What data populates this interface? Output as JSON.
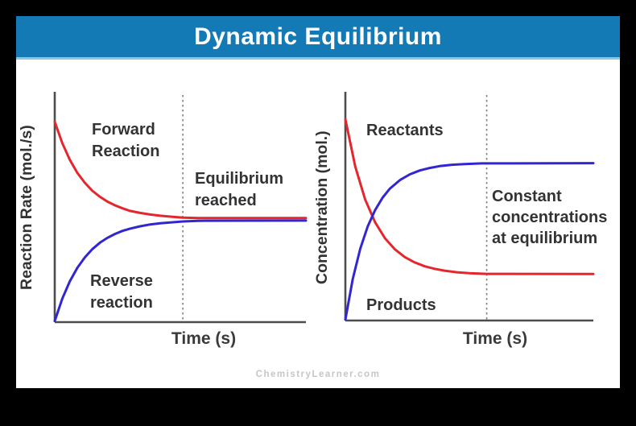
{
  "window": {
    "title": "Dynamic Equilibrium",
    "watermark": "ChemistryLearner.com",
    "banner_color": "#147ab5",
    "frame_color": "#000000",
    "panel_color": "#ffffff"
  },
  "colors": {
    "red_series": "#e5262d",
    "blue_series": "#3226d2",
    "axis": "#4d4d4d",
    "dashed_line": "#7f7f7f",
    "label_text": "#333333"
  },
  "chart_data": [
    {
      "id": "reaction-rate-vs-time",
      "type": "line",
      "title": "",
      "xlabel": "Time (s)",
      "ylabel": "Reaction Rate (mol./s)",
      "axes_numeric_ticks": "none (qualitative sketch)",
      "equilibrium_line_x": 51,
      "annotation": "Equilibrium\nreached",
      "series": [
        {
          "name": "Reverse reaction",
          "label": "Reverse\nreaction",
          "color": "#3226d2",
          "shape": "rising exponential from origin to equilibrium rate",
          "points": [
            [
              0,
              99.5
            ],
            [
              3,
              89.8
            ],
            [
              6,
              82.3
            ],
            [
              9,
              76.4
            ],
            [
              12,
              71.9
            ],
            [
              15,
              68.3
            ],
            [
              18,
              65.5
            ],
            [
              21,
              63.4
            ],
            [
              24,
              61.7
            ],
            [
              27,
              60.4
            ],
            [
              30,
              59.4
            ],
            [
              34,
              58.4
            ],
            [
              38,
              57.6
            ],
            [
              42,
              57.1
            ],
            [
              46,
              56.7
            ],
            [
              51,
              56.3
            ],
            [
              57,
              56.0
            ],
            [
              100,
              55.9
            ]
          ]
        },
        {
          "name": "Forward Reaction",
          "label": "Forward\nReaction",
          "color": "#e5262d",
          "shape": "decaying exponential from high initial rate to equilibrium rate",
          "points": [
            [
              0,
              13.0
            ],
            [
              3,
              22.3
            ],
            [
              6,
              29.5
            ],
            [
              9,
              35.2
            ],
            [
              12,
              39.5
            ],
            [
              15,
              43.0
            ],
            [
              18,
              45.6
            ],
            [
              21,
              47.7
            ],
            [
              24,
              49.3
            ],
            [
              27,
              50.6
            ],
            [
              30,
              51.7
            ],
            [
              34,
              52.6
            ],
            [
              38,
              53.3
            ],
            [
              42,
              53.8
            ],
            [
              46,
              54.2
            ],
            [
              51,
              54.6
            ],
            [
              57,
              54.8
            ],
            [
              100,
              54.8
            ]
          ]
        }
      ]
    },
    {
      "id": "concentration-vs-time",
      "type": "line",
      "title": "",
      "xlabel": "Time (s)",
      "ylabel": "Concentration (mol.)",
      "axes_numeric_ticks": "none (qualitative sketch)",
      "equilibrium_line_x": 57,
      "annotation": "Constant\nconcentrations\nat equilibrium",
      "series": [
        {
          "name": "Reactants",
          "label": "Reactants",
          "color": "#e5262d",
          "shape": "decaying exponential to constant equilibrium concentration",
          "points": [
            [
              0,
              12.0
            ],
            [
              4,
              32.7
            ],
            [
              8,
              47.1
            ],
            [
              12,
              57.1
            ],
            [
              16,
              64.1
            ],
            [
              20,
              68.9
            ],
            [
              24,
              72.3
            ],
            [
              28,
              74.6
            ],
            [
              32,
              76.3
            ],
            [
              36,
              77.4
            ],
            [
              40,
              78.2
            ],
            [
              45,
              78.9
            ],
            [
              50,
              79.3
            ],
            [
              57,
              79.6
            ],
            [
              100,
              79.7
            ]
          ]
        },
        {
          "name": "Products",
          "label": "Products",
          "color": "#3226d2",
          "shape": "rising exponential from zero to constant equilibrium concentration",
          "points": [
            [
              0,
              99.6
            ],
            [
              3,
              81.8
            ],
            [
              6,
              68.6
            ],
            [
              9,
              58.9
            ],
            [
              12,
              51.7
            ],
            [
              15,
              46.3
            ],
            [
              18,
              42.3
            ],
            [
              22,
              38.6
            ],
            [
              26,
              36.1
            ],
            [
              30,
              34.4
            ],
            [
              34,
              33.3
            ],
            [
              38,
              32.5
            ],
            [
              43,
              31.9
            ],
            [
              48,
              31.6
            ],
            [
              55,
              31.3
            ],
            [
              100,
              31.2
            ]
          ]
        }
      ]
    }
  ]
}
